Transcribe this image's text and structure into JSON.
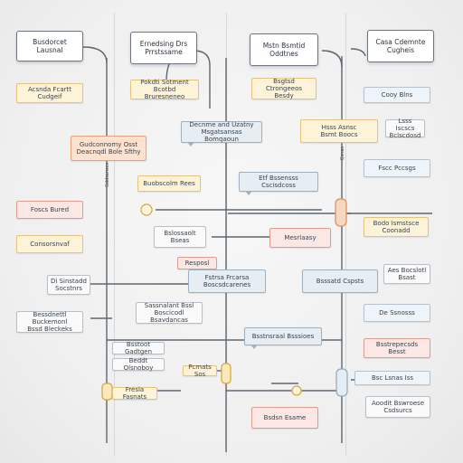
{
  "columns": [
    {
      "title": "Busdorcet\nLausnal"
    },
    {
      "title": "Ernedsing Drs\nPrrstssame"
    },
    {
      "title": "Mstn Bsmtid\nOddtnes"
    },
    {
      "title": "Casa Cdemnte\nCugheis"
    }
  ],
  "nodes": {
    "c1_n1": "Acsnda Fcartt\nCudgeif",
    "c1_peach": "Gudconnomy Osst\nDeacnqdl Bole Sfthy",
    "c1_n3": "Foscs Bured",
    "c1_n4": "Consorsnvaf",
    "c1_n5": "Di Sinstadd\nSocstnrs",
    "c1_n6": "Bessdnettl Buckemonl\nBssd Bleckeks",
    "c1_n7": "Bsstoot Gadtgen",
    "c1_n8": "Beddt Olsnoboy",
    "c1_n9": "Fresla Fasnats",
    "c2_n1": "Pokdti Sotment\nBcotbd Bruresneneo",
    "c2_n2": "Decnme and Uzatny\nMsgatsansas Bomqaoun",
    "c2_n3": "Buobscolm Rees",
    "c2_n4": "Bslossaolt\nBseas",
    "c2_n5": "Resposl",
    "c2_n6": "Fstrsa Frcarsa\nBoscsdcarenes",
    "c2_n7": "Sassnalant Bssl\nBoscicodl Bsavdancas",
    "c2_n8": "Pcmats Sos",
    "c3_n1": "Bsgtsd Ctrongeeos\nBesdy",
    "c3_n2": "Etf Bssensss Cscisdcoss",
    "c3_n3": "Mesrlaasy",
    "c3_n4": "Bsstnsraal Bsssioes",
    "c3_n5": "Bsdsn Esame",
    "c3_n6": "Bsssatd Cspsts",
    "c4_n1": "Cooy Blns",
    "c4_n2": "Lsss Iscscs\nBclscdosd",
    "c4_n3": "Fscc Pccsgs",
    "c4_n4": "Bodo Ismstsce\nCoonadd",
    "c4_n5": "Aes Bocslotl\nBsast",
    "c4_n6": "De Ssnosss",
    "c4_n7": "Bsstrepecsds Besst",
    "c4_n8": "Bsc Lsnas Iss",
    "c4_n9": "Aoodit Bswroese\nCsdsurcs",
    "y_n1": "Hsss Asnsc\nBsmt Boocs",
    "lane_label_left": "Gddsanscs",
    "lane_label_right": "Qsnas"
  },
  "colors": {
    "peach": "#fde3cf",
    "yellow": "#fdf3d8",
    "pink": "#fbe8e4",
    "blue": "#e6edf3",
    "wire": "#5d6670"
  }
}
